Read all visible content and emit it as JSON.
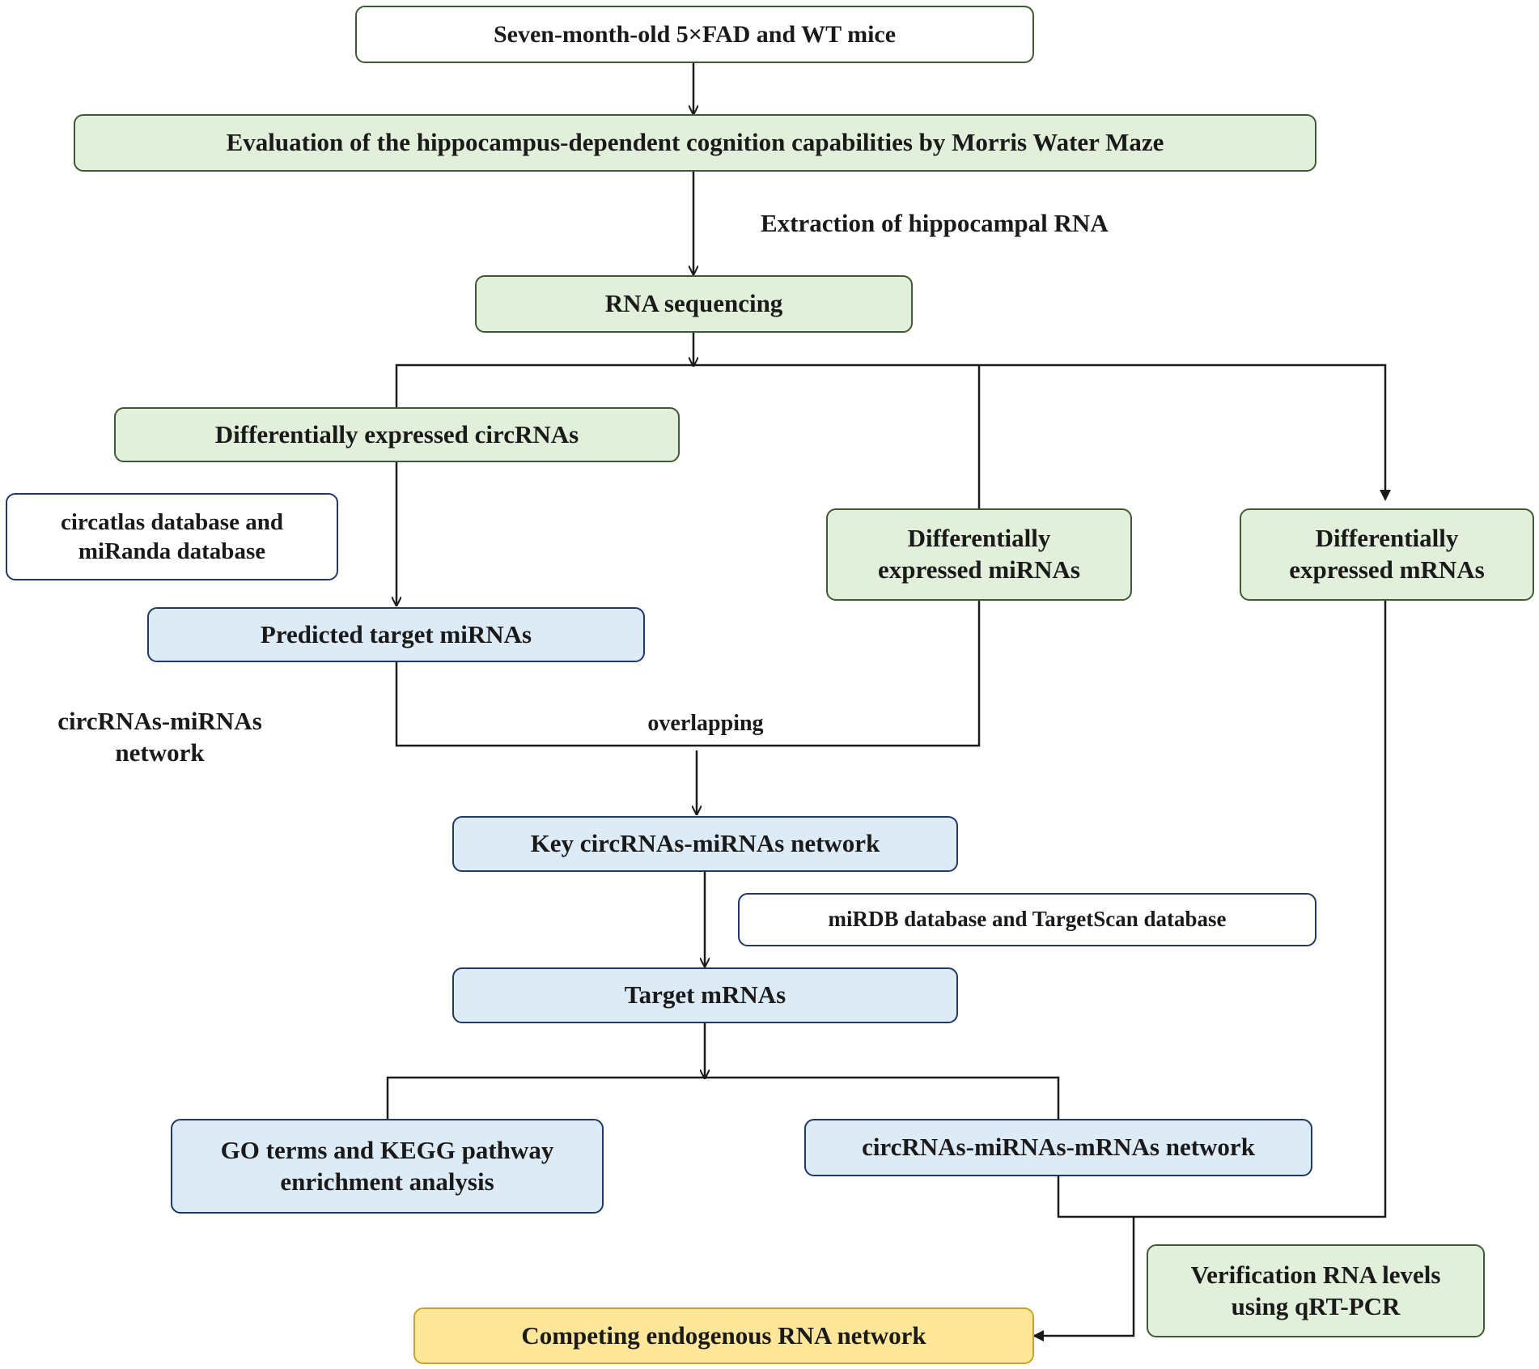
{
  "nodes": {
    "mice": "Seven-month-old 5×FAD and WT mice",
    "morris": "Evaluation of the hippocampus-dependent cognition capabilities by Morris Water Maze",
    "rnaseq": "RNA sequencing",
    "de_circ": "Differentially expressed circRNAs",
    "circ_db": "circatlas database and\nmiRanda database",
    "de_mirna": "Differentially\nexpressed miRNAs",
    "de_mrna": "Differentially\nexpressed mRNAs",
    "pred_target": "Predicted  target miRNAs",
    "key_net": "Key circRNAs-miRNAs network",
    "mirdb": "miRDB database  and TargetScan database",
    "target_mrna": "Target mRNAs",
    "go_kegg": "GO terms and KEGG pathway\nenrichment analysis",
    "ce_net3": "circRNAs-miRNAs-mRNAs network",
    "verification": "Verification RNA levels\nusing qRT-PCR",
    "cerna": "Competing endogenous RNA network"
  },
  "labels": {
    "extraction": "Extraction of hippocampal RNA",
    "circ_mirna_net": "circRNAs-miRNAs\nnetwork",
    "overlapping": "overlapping"
  },
  "colors": {
    "green_fill": "#e2efda",
    "blue_fill": "#ddebf7",
    "yellow_fill": "#ffe699",
    "line": "#1a1a1a"
  }
}
